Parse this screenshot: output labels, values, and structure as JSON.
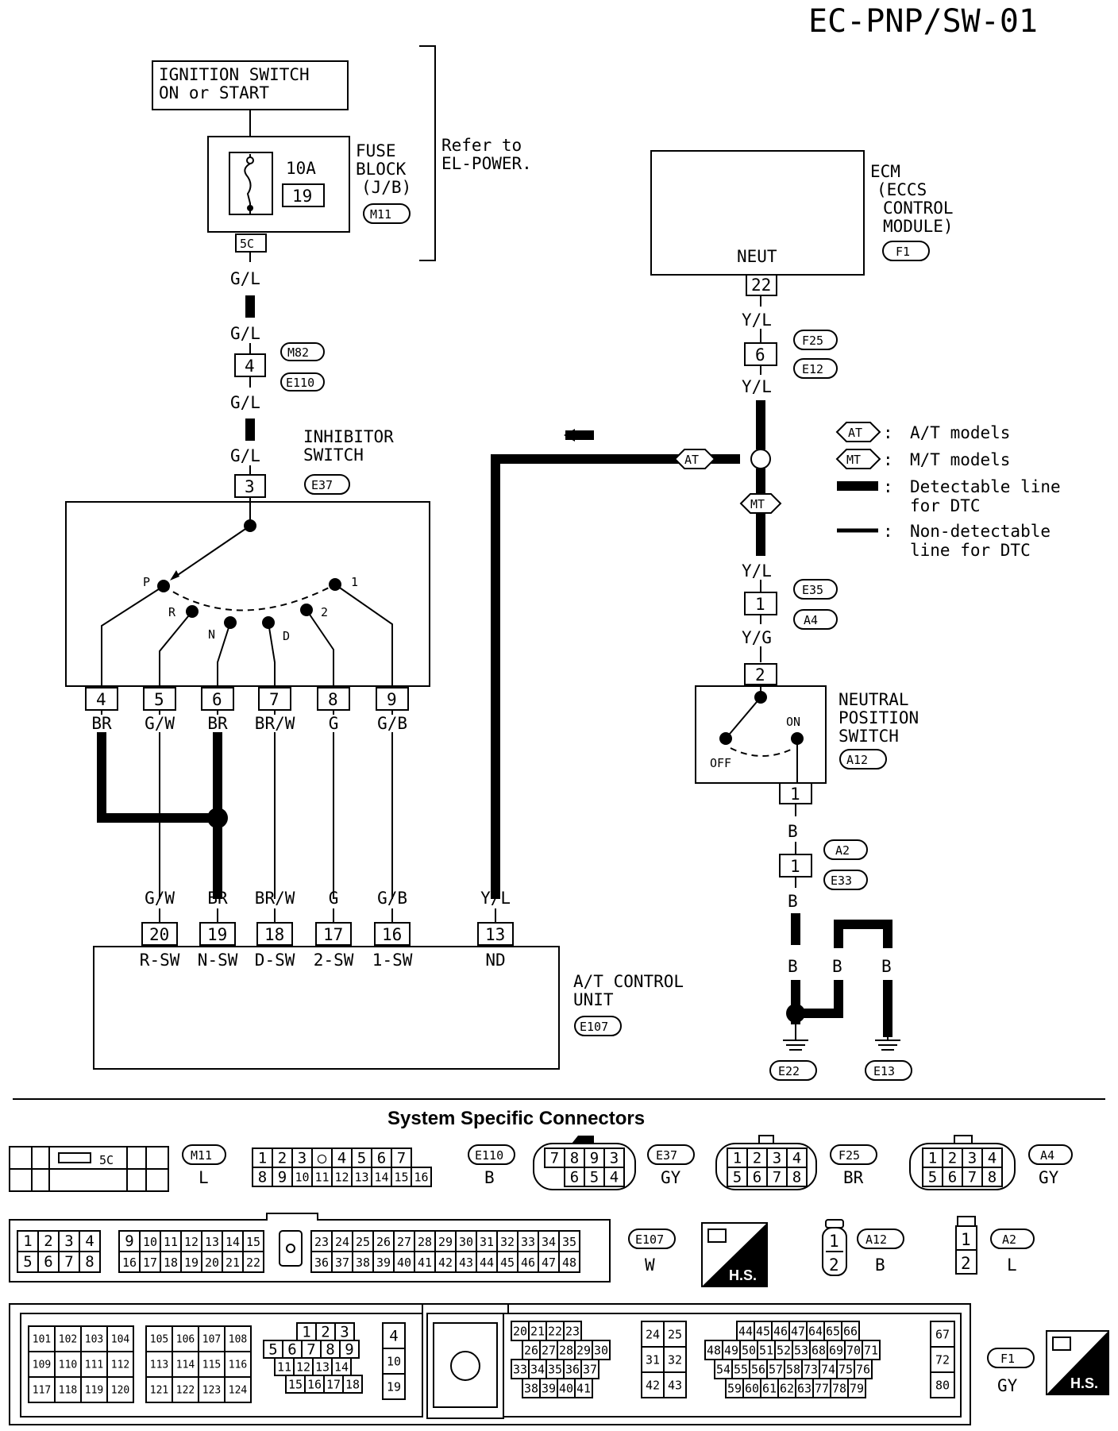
{
  "page_code": "EC-PNP/SW-01",
  "ignition": {
    "line1": "IGNITION SWITCH",
    "line2": "ON or START"
  },
  "fuse": {
    "rating": "10A",
    "number": "19",
    "label1": "FUSE",
    "label2": "BLOCK",
    "label3": "(J/B)",
    "conn": "M11",
    "terminal": "5C"
  },
  "refer": {
    "line1": "Refer to",
    "line2": "EL-POWER."
  },
  "ecm": {
    "line1": "ECM",
    "line2": "(ECCS",
    "line3": "CONTROL",
    "line4": "MODULE)",
    "conn": "F1",
    "pin_label": "NEUT",
    "terminal": "22"
  },
  "wires": {
    "gl": "G/L",
    "yl": "Y/L",
    "yg": "Y/G",
    "b": "B"
  },
  "connectors": {
    "m82": "M82",
    "e110": "E110",
    "m82_pin": "4",
    "f25": "F25",
    "e12": "E12",
    "f25_pin": "6",
    "e35": "E35",
    "a4": "A4",
    "e35_pin": "1",
    "a2": "A2",
    "e33": "E33",
    "a2_pin": "1"
  },
  "inhibitor": {
    "line1": "INHIBITOR",
    "line2": "SWITCH",
    "conn": "E37",
    "input_pin": "3",
    "positions": [
      "P",
      "R",
      "N",
      "D",
      "2",
      "1"
    ],
    "pins": [
      "4",
      "5",
      "6",
      "7",
      "8",
      "9"
    ],
    "wires": [
      "BR",
      "G/W",
      "BR",
      "BR/W",
      "G",
      "G/B"
    ]
  },
  "legend": {
    "at_tag": "AT",
    "at_text": "A/T models",
    "mt_tag": "MT",
    "mt_text": "M/T models",
    "detect1": "Detectable line",
    "detect2": "for DTC",
    "nondetect1": "Non-detectable",
    "nondetect2": "line for DTC",
    "colon": ":"
  },
  "nps": {
    "line1": "NEUTRAL",
    "line2": "POSITION",
    "line3": "SWITCH",
    "conn": "A12",
    "pin_top": "2",
    "pin_bottom": "1",
    "on": "ON",
    "off": "OFF"
  },
  "tcu": {
    "line1": "A/T CONTROL",
    "line2": "UNIT",
    "conn": "E107",
    "pins": [
      "20",
      "19",
      "18",
      "17",
      "16",
      "13"
    ],
    "labels": [
      "R-SW",
      "N-SW",
      "D-SW",
      "2-SW",
      "1-SW",
      "ND"
    ],
    "wires": [
      "G/W",
      "BR",
      "BR/W",
      "G",
      "G/B",
      "Y/L"
    ]
  },
  "grounds": {
    "g1": "E22",
    "g2": "E13"
  },
  "section_title": "System Specific Connectors",
  "conn_table": {
    "m11": {
      "code": "M11",
      "color": "L",
      "pin": "5C"
    },
    "e110": {
      "code": "E110",
      "color": "B",
      "row1": [
        "1",
        "2",
        "3",
        "○",
        "4",
        "5",
        "6",
        "7"
      ],
      "row2": [
        "8",
        "9",
        "10",
        "11",
        "12",
        "13",
        "14",
        "15",
        "16"
      ]
    },
    "e37": {
      "code": "E37",
      "color": "GY",
      "row1": [
        "7",
        "8",
        "9",
        "3"
      ],
      "row2": [
        "6",
        "5",
        "4"
      ]
    },
    "f25": {
      "code": "F25",
      "color": "BR",
      "row1": [
        "1",
        "2",
        "3",
        "4"
      ],
      "row2": [
        "5",
        "6",
        "7",
        "8"
      ]
    },
    "a4": {
      "code": "A4",
      "color": "GY",
      "row1": [
        "1",
        "2",
        "3",
        "4"
      ],
      "row2": [
        "5",
        "6",
        "7",
        "8"
      ]
    },
    "e107": {
      "code": "E107",
      "color": "W",
      "row1": [
        "1",
        "2",
        "3",
        "4",
        "9",
        "10",
        "11",
        "12",
        "13",
        "14",
        "15",
        "23",
        "24",
        "25",
        "26",
        "27",
        "28",
        "29",
        "30",
        "31",
        "32",
        "33",
        "34",
        "35"
      ],
      "row2": [
        "5",
        "6",
        "7",
        "8",
        "16",
        "17",
        "18",
        "19",
        "20",
        "21",
        "22",
        "36",
        "37",
        "38",
        "39",
        "40",
        "41",
        "42",
        "43",
        "44",
        "45",
        "46",
        "47",
        "48"
      ]
    },
    "hs": "H.S.",
    "a12": {
      "code": "A12",
      "color": "B",
      "pins": [
        "1",
        "2"
      ]
    },
    "a2": {
      "code": "A2",
      "color": "L",
      "pins": [
        "1",
        "2"
      ]
    },
    "f1": {
      "code": "F1",
      "color": "GY",
      "b1": [
        [
          "101",
          "102",
          "103",
          "104"
        ],
        [
          "109",
          "110",
          "111",
          "112"
        ],
        [
          "117",
          "118",
          "119",
          "120"
        ]
      ],
      "b2": [
        [
          "105",
          "106",
          "107",
          "108"
        ],
        [
          "113",
          "114",
          "115",
          "116"
        ],
        [
          "121",
          "122",
          "123",
          "124"
        ]
      ],
      "b3": [
        [
          "1",
          "2",
          "3"
        ],
        [
          "5",
          "6",
          "7",
          "8",
          "9"
        ],
        [
          "11",
          "12",
          "13",
          "14"
        ],
        [
          "15",
          "16",
          "17",
          "18"
        ]
      ],
      "b4": [
        "4",
        "10",
        "19"
      ],
      "b5": [
        [
          "20",
          "21",
          "22",
          "23"
        ],
        [
          "26",
          "27",
          "28",
          "29",
          "30"
        ],
        [
          "33",
          "34",
          "35",
          "36",
          "37"
        ],
        [
          "38",
          "39",
          "40",
          "41"
        ]
      ],
      "b6": [
        [
          "24",
          "25"
        ],
        [
          "31",
          "32"
        ],
        [
          "42",
          "43"
        ]
      ],
      "b7": [
        [
          "44",
          "45",
          "46",
          "47",
          "64",
          "65",
          "66"
        ],
        [
          "48",
          "49",
          "50",
          "51",
          "52",
          "53",
          "68",
          "69",
          "70",
          "71"
        ],
        [
          "54",
          "55",
          "56",
          "57",
          "58",
          "73",
          "74",
          "75",
          "76"
        ],
        [
          "59",
          "60",
          "61",
          "62",
          "63",
          "77",
          "78",
          "79"
        ]
      ],
      "b8": [
        "67",
        "72",
        "80"
      ]
    }
  }
}
